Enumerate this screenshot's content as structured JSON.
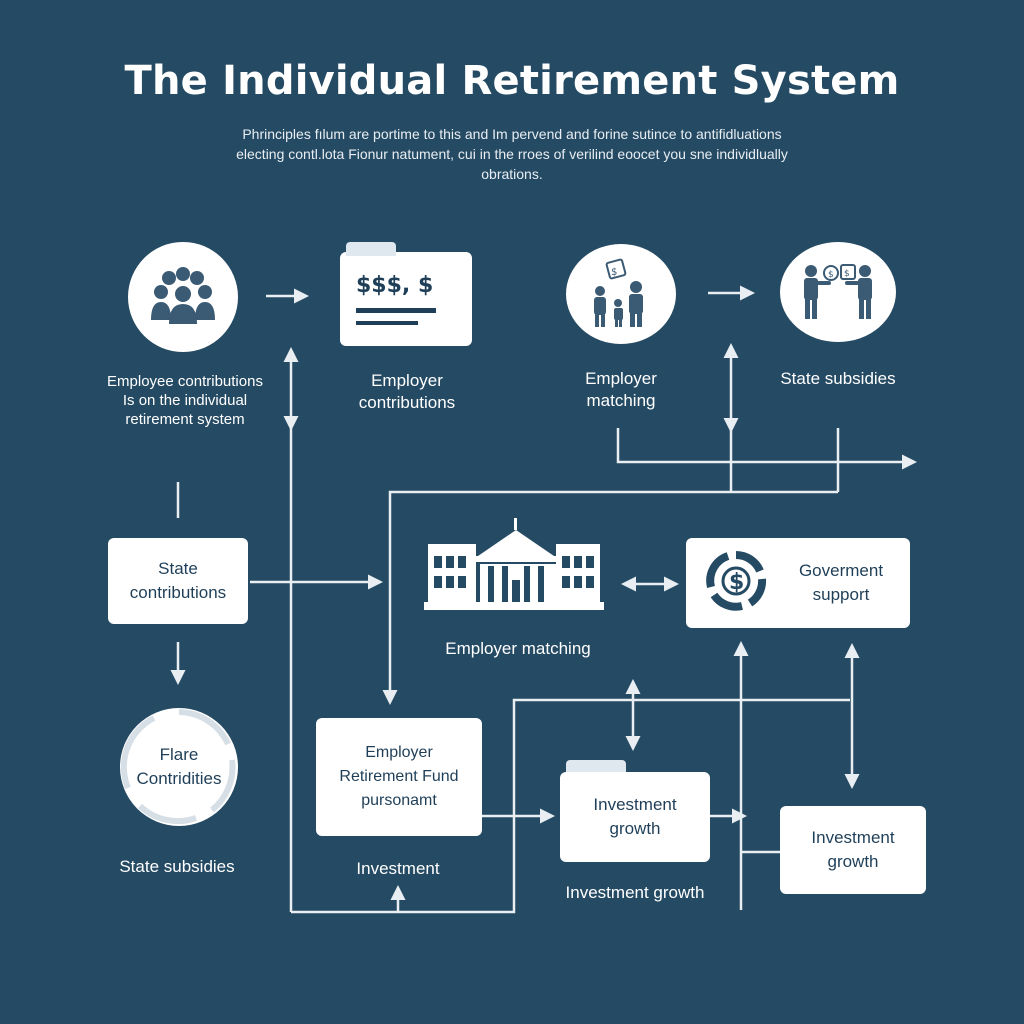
{
  "title": "The Individual Retirement System",
  "subtitle": "Phrinciples fılum are portime to this and Im pervend and forine sutince to antifidluations electing contl.lota Fionur natument, cui in the rroes of verilind eoocet you sne individlually obrations.",
  "nodes": {
    "employee_contributions": {
      "label": "Employee contributions Is on the individual retirement system"
    },
    "employer_contributions": {
      "label": "Employer contributions",
      "icon_text": "$$$, $"
    },
    "employer_matching_top": {
      "label": "Employer matching"
    },
    "state_subsidies_top": {
      "label": "State subsidies"
    },
    "state_contributions": {
      "label": "State contributions"
    },
    "employer_matching_center": {
      "label": "Employer matching"
    },
    "government_support": {
      "label": "Goverment support"
    },
    "flare_contributions": {
      "label": "Flare Contridities"
    },
    "state_subsidies_bottom": {
      "label": "State subsidies"
    },
    "employer_retirement_fund": {
      "label": "Employer Retirement Fund pursonamt"
    },
    "investment_label": {
      "label": "Investment"
    },
    "investment_growth_mid": {
      "label": "Investment growth"
    },
    "investment_growth_caption": {
      "label": "Investment growth"
    },
    "investment_growth_right": {
      "label": "Investment growth"
    }
  },
  "icons": {
    "group": "people-group-icon",
    "document": "money-document-icon",
    "family": "family-money-icon",
    "exchange": "handshake-exchange-icon",
    "building": "government-building-icon",
    "dollar": "dollar-cycle-icon"
  },
  "colors": {
    "background": "#254a63",
    "box": "#ffffff",
    "text_dark": "#1f3f58",
    "line": "#e9eef2"
  }
}
